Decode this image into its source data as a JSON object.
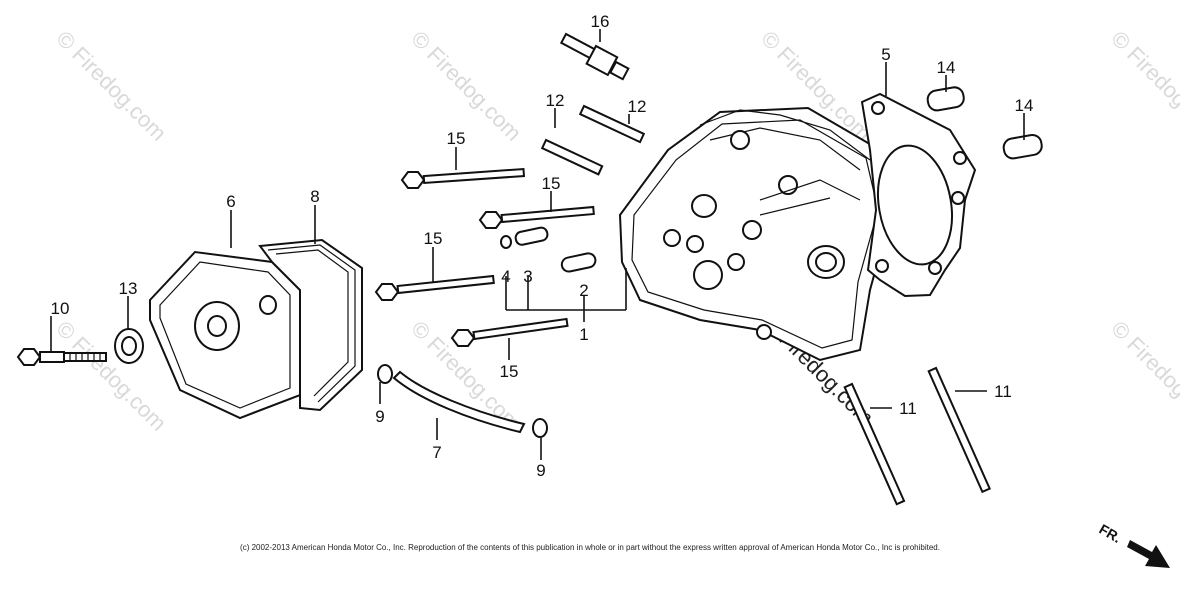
{
  "watermark": "© Firedog.com",
  "watermark_dark": "Firedog.com",
  "callouts": {
    "c1": "1",
    "c2": "2",
    "c3": "3",
    "c4": "4",
    "c5": "5",
    "c6": "6",
    "c7": "7",
    "c8": "8",
    "c9a": "9",
    "c9b": "9",
    "c10": "10",
    "c11a": "11",
    "c11b": "11",
    "c12a": "12",
    "c12b": "12",
    "c13": "13",
    "c14a": "14",
    "c14b": "14",
    "c15a": "15",
    "c15b": "15",
    "c15c": "15",
    "c15d": "15",
    "c16": "16"
  },
  "copyright": "(c) 2002-2013 American Honda Motor Co., Inc. Reproduction of the contents of this publication in whole or in part without the express written approval of American Honda Motor Co., Inc is prohibited.",
  "direction_label": "FR."
}
